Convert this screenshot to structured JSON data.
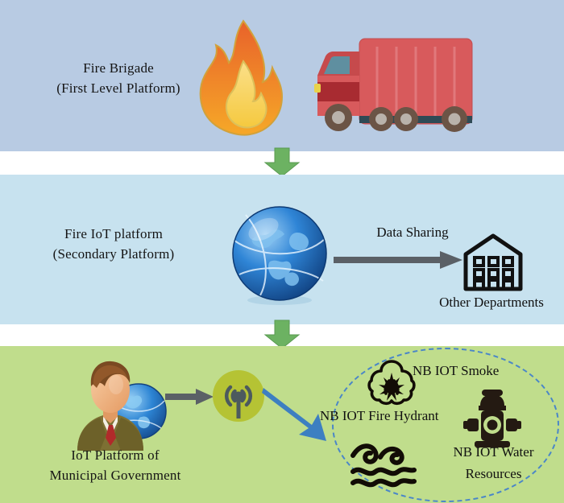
{
  "diagram": {
    "title": "Three-tier fire IoT platform architecture",
    "colors": {
      "band1_bg": "#b8cbe3",
      "band2_bg": "#c7e2ef",
      "band3_bg": "#c0dd8c",
      "green_arrow": "#6cb262",
      "gray_arrow": "#5a6066",
      "blue_arrow": "#3d7fc1",
      "dashed_ellipse": "#4a86c8",
      "antenna_circle": "#b5c334",
      "antenna_glyph": "#4c5a5e",
      "icon_black": "#1a120b",
      "flame_outer": "#e8662a",
      "flame_mid": "#f5a623",
      "flame_inner": "#f7d154",
      "truck_body": "#d9534f",
      "truck_dark": "#a02c2c",
      "globe_blue": "#1f6fc4",
      "suit": "#7d7033",
      "tie": "#b02a2a",
      "skin": "#f2b183"
    }
  },
  "levels": [
    {
      "id": "first-level",
      "label_line1": "Fire Brigade",
      "label_line2": "(First Level Platform)",
      "icons": [
        "flame-icon",
        "fire-truck-icon"
      ]
    },
    {
      "id": "secondary-level",
      "label_line1": "Fire IoT platform",
      "label_line2": "(Secondary Platform)",
      "icons": [
        "globe-icon",
        "office-building-icon"
      ],
      "flow_label": "Data Sharing",
      "target_label": "Other Departments"
    },
    {
      "id": "municipal-level",
      "label_line1": "IoT Platform of",
      "label_line2": "Municipal Government",
      "icons": [
        "user-globe-icon",
        "antenna-signal-icon"
      ]
    }
  ],
  "connectors": [
    {
      "id": "band1-to-band2",
      "icon": "green-down-arrow-icon"
    },
    {
      "id": "band2-to-band3",
      "icon": "green-down-arrow-icon"
    },
    {
      "id": "globe-to-departments",
      "icon": "gray-right-arrow-icon"
    },
    {
      "id": "platform-to-antenna",
      "icon": "gray-right-arrow-icon"
    },
    {
      "id": "antenna-to-sensors",
      "icon": "blue-diagonal-arrow-icon"
    }
  ],
  "sensor_group": {
    "id": "nb-iot-sensor-cluster",
    "shape": "dashed-ellipse",
    "items": [
      {
        "label": "NB IOT Smoke",
        "icon": "smoke-icon"
      },
      {
        "label": "NB IOT  Fire Hydrant",
        "icon": "fire-hydrant-icon"
      },
      {
        "label_line1": "NB IOT Water",
        "label_line2": "Resources",
        "icon": "water-waves-icon"
      }
    ]
  }
}
